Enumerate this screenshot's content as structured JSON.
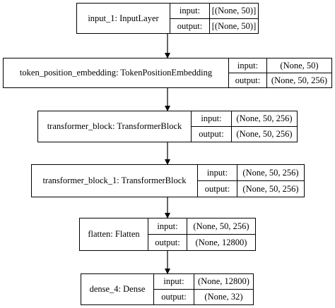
{
  "labels": {
    "input": "input:",
    "output": "output:"
  },
  "nodes": [
    {
      "name": "input_1: InputLayer",
      "input": "[(None, 50)]",
      "output": "[(None, 50)]"
    },
    {
      "name": "token_position_embedding: TokenPositionEmbedding",
      "input": "(None, 50)",
      "output": "(None, 50, 256)"
    },
    {
      "name": "transformer_block: TransformerBlock",
      "input": "(None, 50, 256)",
      "output": "(None, 50, 256)"
    },
    {
      "name": "transformer_block_1: TransformerBlock",
      "input": "(None, 50, 256)",
      "output": "(None, 50, 256)"
    },
    {
      "name": "flatten: Flatten",
      "input": "(None, 50, 256)",
      "output": "(None, 12800)"
    },
    {
      "name": "dense_4: Dense",
      "input": "(None, 12800)",
      "output": "(None, 32)"
    }
  ]
}
